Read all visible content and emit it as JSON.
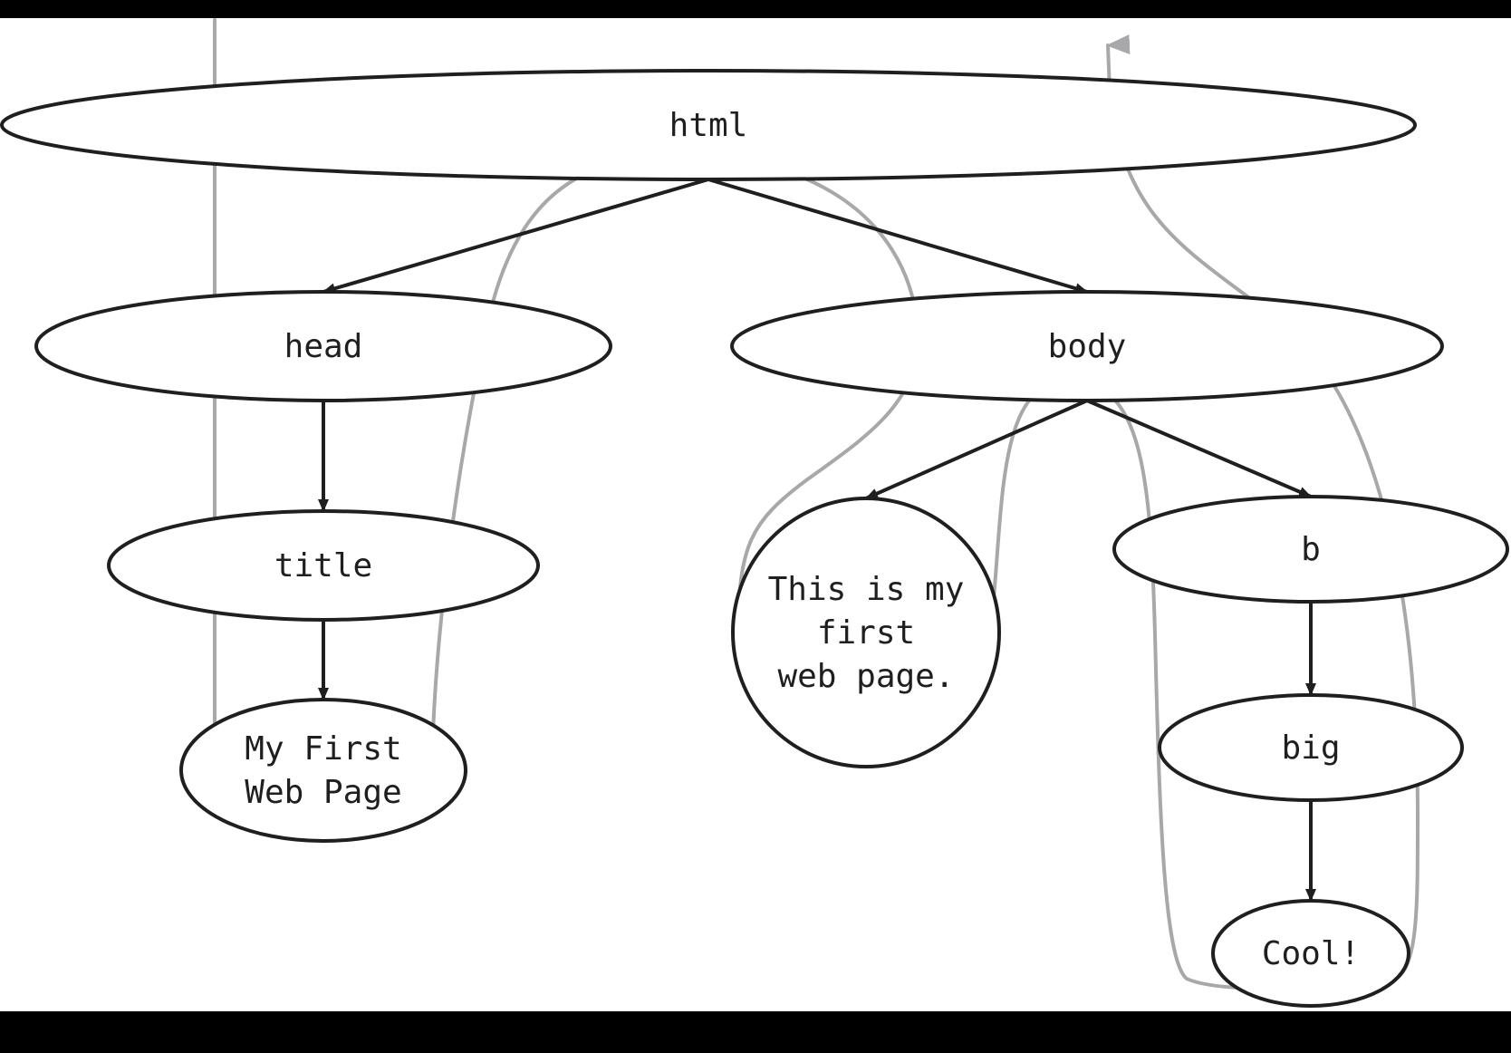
{
  "diagram": {
    "type": "tree",
    "colors": {
      "background": "#ffffff",
      "frame": "#000000",
      "node_stroke": "#1f1f1f",
      "edge": "#1f1f1f",
      "traversal_path": "#a8a8aa"
    },
    "nodes": [
      {
        "id": "html",
        "label_lines": [
          "html"
        ]
      },
      {
        "id": "head",
        "label_lines": [
          "head"
        ]
      },
      {
        "id": "body",
        "label_lines": [
          "body"
        ]
      },
      {
        "id": "title",
        "label_lines": [
          "title"
        ]
      },
      {
        "id": "my-first-web-page",
        "label_lines": [
          "My First",
          "Web Page"
        ]
      },
      {
        "id": "this-is-my-first-web-page",
        "label_lines": [
          "This is my",
          "first",
          "web page."
        ]
      },
      {
        "id": "b",
        "label_lines": [
          "b"
        ]
      },
      {
        "id": "big",
        "label_lines": [
          "big"
        ]
      },
      {
        "id": "cool",
        "label_lines": [
          "Cool!"
        ]
      }
    ],
    "edges": [
      {
        "from": "html",
        "to": "head"
      },
      {
        "from": "html",
        "to": "body"
      },
      {
        "from": "head",
        "to": "title"
      },
      {
        "from": "title",
        "to": "my-first-web-page"
      },
      {
        "from": "body",
        "to": "this-is-my-first-web-page"
      },
      {
        "from": "body",
        "to": "b"
      },
      {
        "from": "b",
        "to": "big"
      },
      {
        "from": "big",
        "to": "cool"
      }
    ]
  }
}
